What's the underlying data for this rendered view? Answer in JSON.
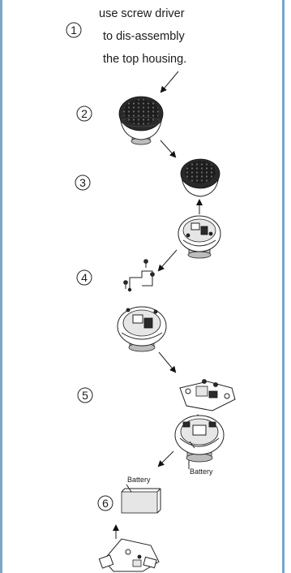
{
  "instruction": {
    "line1": "use screw driver",
    "line2": "to dis-assembly",
    "line3": "the top housing."
  },
  "steps": [
    "1",
    "2",
    "3",
    "4",
    "5",
    "6"
  ],
  "labels": {
    "battery_step5": "Battery",
    "battery_step6": "Battery"
  },
  "colors": {
    "frame": "#7aa6c8",
    "ink": "#1a1a1a"
  }
}
